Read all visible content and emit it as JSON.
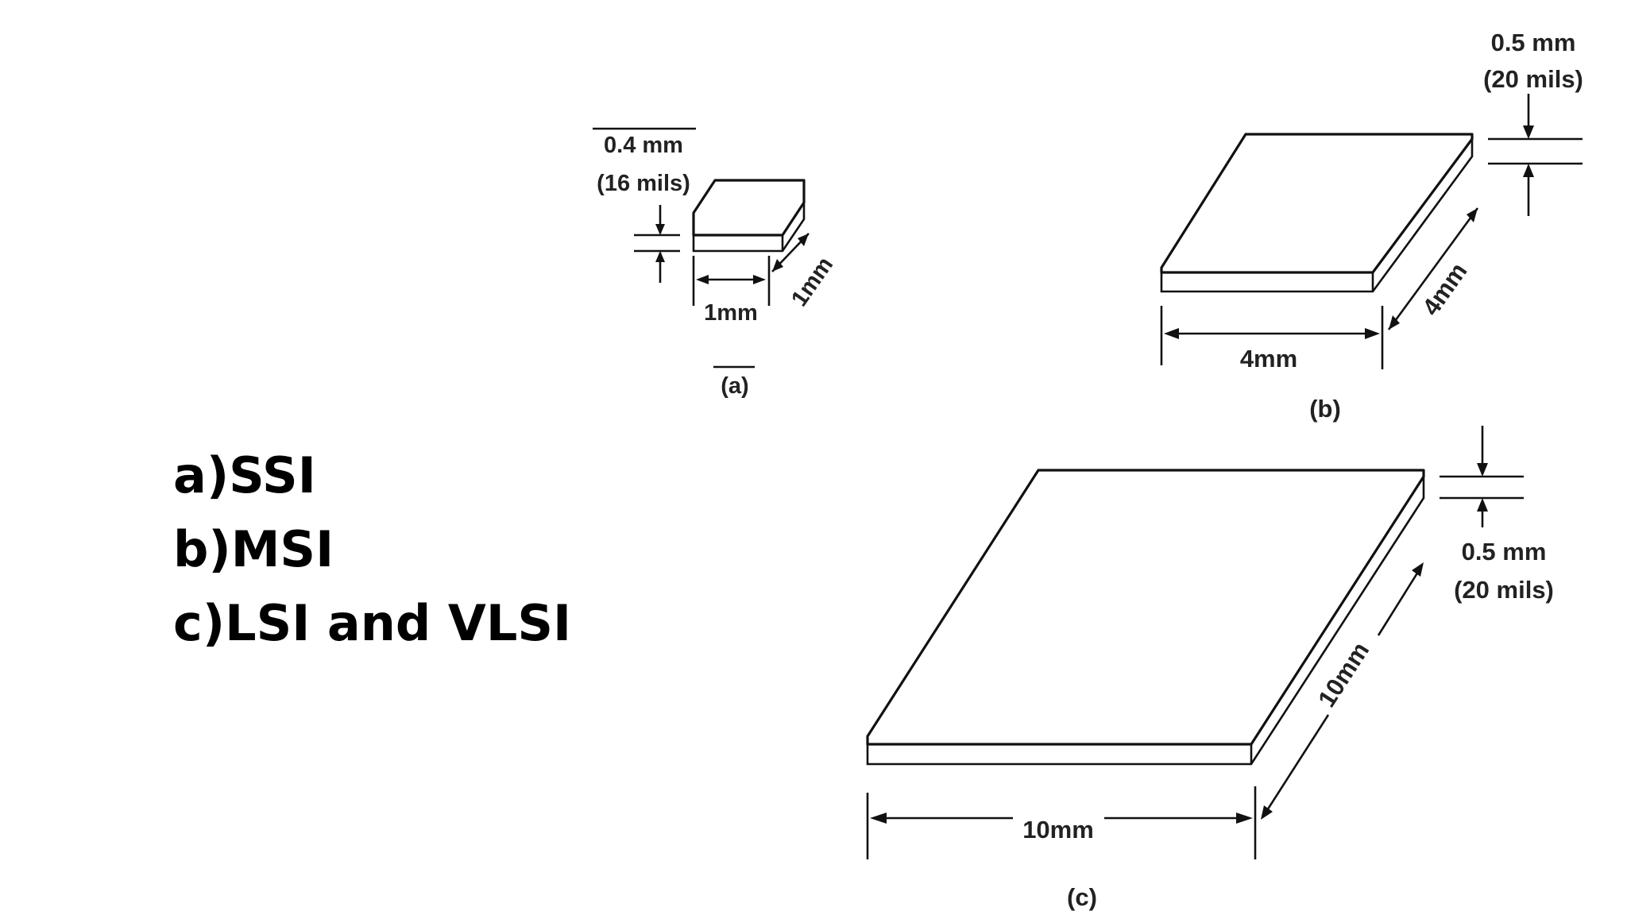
{
  "labels": {
    "a": "a)SSI",
    "b": "b)MSI",
    "c": "c)LSI and VLSI"
  },
  "figure_a": {
    "thickness_mm": "0.4 mm",
    "thickness_mils": "(16 mils)",
    "width": "1mm",
    "depth": "1mm",
    "caption": "(a)"
  },
  "figure_b": {
    "thickness_mm": "0.5 mm",
    "thickness_mils": "(20 mils)",
    "width": "4mm",
    "depth": "4mm",
    "caption": "(b)"
  },
  "figure_c": {
    "thickness_mm": "0.5 mm",
    "thickness_mils": "(20 mils)",
    "width": "10mm",
    "depth": "10mm",
    "caption": "(c)"
  },
  "colors": {
    "background": "#ffffff",
    "ink": "#111111"
  }
}
